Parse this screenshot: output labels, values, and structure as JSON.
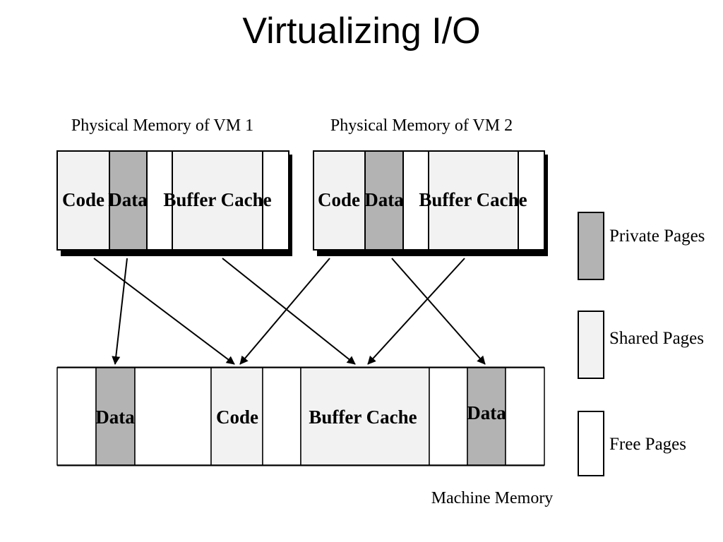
{
  "slide": {
    "title": "Virtualizing I/O"
  },
  "colors": {
    "private": "#b3b3b3",
    "shared": "#f2f2f2",
    "free": "#ffffff",
    "stroke": "#000000"
  },
  "vm1": {
    "label": "Physical Memory of VM 1",
    "segments": [
      {
        "label": "Code",
        "kind": "shared"
      },
      {
        "label": "Data",
        "kind": "private"
      },
      {
        "label": "",
        "kind": "free"
      },
      {
        "label": "Buffer Cache",
        "kind": "shared"
      },
      {
        "label": "",
        "kind": "free"
      }
    ]
  },
  "vm2": {
    "label": "Physical Memory of VM 2",
    "segments": [
      {
        "label": "Code",
        "kind": "shared"
      },
      {
        "label": "Data",
        "kind": "private"
      },
      {
        "label": "",
        "kind": "free"
      },
      {
        "label": "Buffer Cache",
        "kind": "shared"
      },
      {
        "label": "",
        "kind": "free"
      }
    ]
  },
  "machine": {
    "label": "Machine Memory",
    "segments": [
      {
        "label": "",
        "kind": "free"
      },
      {
        "label": "Data",
        "kind": "private"
      },
      {
        "label": "",
        "kind": "free"
      },
      {
        "label": "Code",
        "kind": "shared"
      },
      {
        "label": "",
        "kind": "free"
      },
      {
        "label": "Buffer Cache",
        "kind": "shared"
      },
      {
        "label": "",
        "kind": "free"
      },
      {
        "label": "Data",
        "kind": "private"
      },
      {
        "label": "",
        "kind": "free"
      }
    ]
  },
  "legend": {
    "private": "Private Pages",
    "shared": "Shared Pages",
    "free": "Free Pages"
  },
  "mappings": [
    {
      "from": "vm1.Data",
      "to": "machine.Data(1)"
    },
    {
      "from": "vm1.Code",
      "to": "machine.Code"
    },
    {
      "from": "vm1.Buffer Cache",
      "to": "machine.Buffer Cache"
    },
    {
      "from": "vm2.Code",
      "to": "machine.Code"
    },
    {
      "from": "vm2.Data",
      "to": "machine.Data(2)"
    },
    {
      "from": "vm2.Buffer Cache",
      "to": "machine.Buffer Cache"
    }
  ]
}
